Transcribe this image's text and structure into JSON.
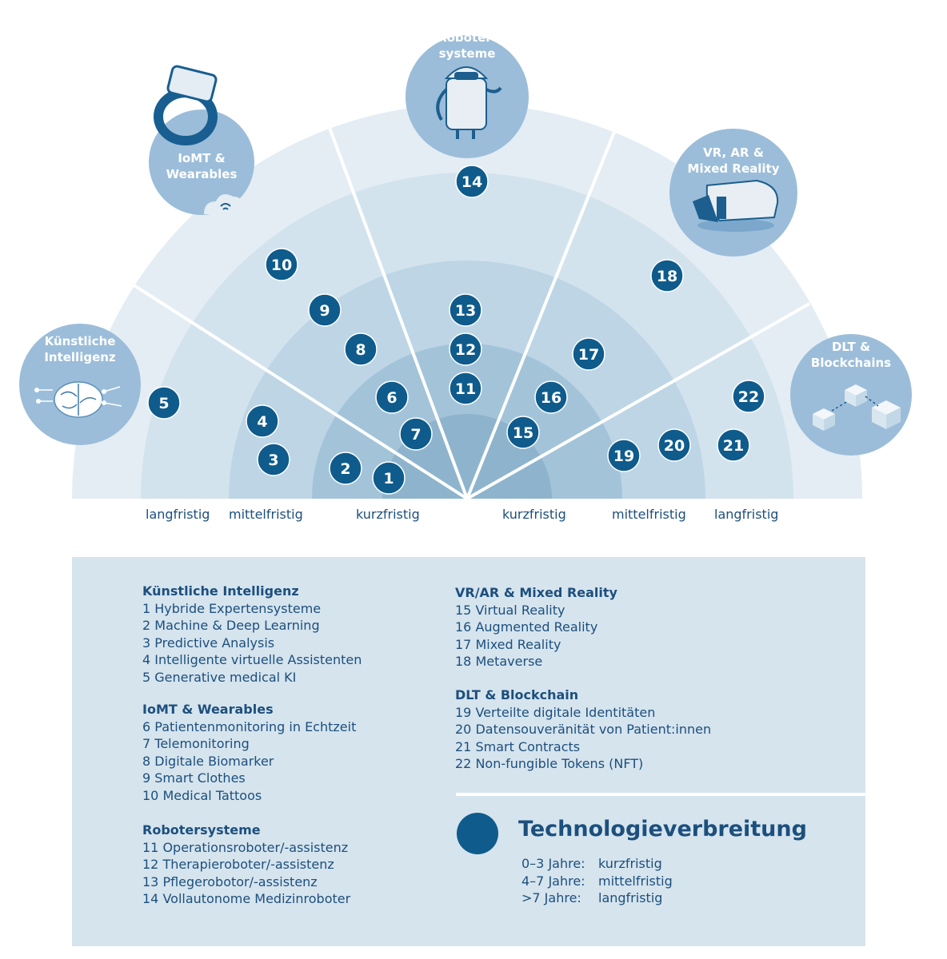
{
  "categories": [
    {
      "id": "ki",
      "circle_label": [
        "Künstliche",
        "Intelligenz"
      ],
      "icon": "brain-circuit-icon"
    },
    {
      "id": "iomt",
      "circle_label": [
        "IoMT &",
        "Wearables"
      ],
      "icon": "smartwatch-cloud-icon"
    },
    {
      "id": "robot",
      "circle_label": [
        "Roboter-",
        "systeme"
      ],
      "icon": "robot-icon"
    },
    {
      "id": "vr",
      "circle_label": [
        "VR, AR &",
        "Mixed Reality"
      ],
      "icon": "vr-headset-icon"
    },
    {
      "id": "dlt",
      "circle_label": [
        "DLT &",
        "Blockchains"
      ],
      "icon": "blocks-chain-icon"
    }
  ],
  "ring_labels": {
    "left": [
      "langfristig",
      "mittelfristig",
      "kurzfristig"
    ],
    "right": [
      "kurzfristig",
      "mittelfristig",
      "langfristig"
    ]
  },
  "markers": [
    {
      "num": "1",
      "category": "ki",
      "horizon": "kurzfristig"
    },
    {
      "num": "2",
      "category": "ki",
      "horizon": "kurzfristig"
    },
    {
      "num": "3",
      "category": "ki",
      "horizon": "mittelfristig"
    },
    {
      "num": "4",
      "category": "ki",
      "horizon": "mittelfristig"
    },
    {
      "num": "5",
      "category": "ki",
      "horizon": "langfristig"
    },
    {
      "num": "6",
      "category": "iomt",
      "horizon": "kurzfristig"
    },
    {
      "num": "7",
      "category": "iomt",
      "horizon": "kurzfristig"
    },
    {
      "num": "8",
      "category": "iomt",
      "horizon": "mittelfristig"
    },
    {
      "num": "9",
      "category": "iomt",
      "horizon": "mittelfristig"
    },
    {
      "num": "10",
      "category": "iomt",
      "horizon": "langfristig"
    },
    {
      "num": "11",
      "category": "robot",
      "horizon": "kurzfristig"
    },
    {
      "num": "12",
      "category": "robot",
      "horizon": "mittelfristig"
    },
    {
      "num": "13",
      "category": "robot",
      "horizon": "mittelfristig"
    },
    {
      "num": "14",
      "category": "robot",
      "horizon": "langfristig"
    },
    {
      "num": "15",
      "category": "vr",
      "horizon": "kurzfristig"
    },
    {
      "num": "16",
      "category": "vr",
      "horizon": "kurzfristig"
    },
    {
      "num": "17",
      "category": "vr",
      "horizon": "mittelfristig"
    },
    {
      "num": "18",
      "category": "vr",
      "horizon": "langfristig"
    },
    {
      "num": "19",
      "category": "dlt",
      "horizon": "mittelfristig"
    },
    {
      "num": "20",
      "category": "dlt",
      "horizon": "mittelfristig"
    },
    {
      "num": "21",
      "category": "dlt",
      "horizon": "langfristig"
    },
    {
      "num": "22",
      "category": "dlt",
      "horizon": "langfristig"
    }
  ],
  "legend": {
    "ki": {
      "title": "Künstliche Intelligenz",
      "items": [
        "1 Hybride Expertensysteme",
        "2 Machine & Deep Learning",
        "3 Predictive Analysis",
        "4 Intelligente virtuelle Assistenten",
        "5 Generative medical KI"
      ]
    },
    "iomt": {
      "title": "IoMT & Wearables",
      "items": [
        "6 Patientenmonitoring in Echtzeit",
        "7 Telemonitoring",
        "8 Digitale Biomarker",
        "9 Smart Clothes",
        "10 Medical Tattoos"
      ]
    },
    "robot": {
      "title": "Robotersysteme",
      "items": [
        "11 Operationsroboter/-assistenz",
        "12 Therapieroboter/-assistenz",
        "13 Pflegerobotor/-assistenz",
        "14 Vollautonome Medizinroboter"
      ]
    },
    "vr": {
      "title": "VR/AR & Mixed Reality",
      "items": [
        "15 Virtual Reality",
        "16 Augmented Reality",
        "17 Mixed Reality",
        "18 Metaverse"
      ]
    },
    "dlt": {
      "title": "DLT & Blockchain",
      "items": [
        "19 Verteilte digitale Identitäten",
        "20 Datensouveränität von Patient:innen",
        "21 Smart Contracts",
        "22 Non-fungible Tokens (NFT)"
      ]
    }
  },
  "diffusion": {
    "title": "Technologieverbreitung",
    "rows": [
      {
        "range": "0–3 Jahre:",
        "term": "kurzfristig"
      },
      {
        "range": "4–7 Jahre:",
        "term": "mittelfristig"
      },
      {
        "range": ">7 Jahre:",
        "term": "langfristig"
      }
    ]
  },
  "colors": {
    "ring_outer": "#e4edf4",
    "ring_long": "#d3e3ee",
    "ring_mid": "#bdd5e5",
    "ring_short": "#a3c3d9",
    "ring_core": "#8eb4cd",
    "marker": "#0f5b8c",
    "text": "#1c4f7d",
    "category_circle": "#9bbdd9"
  }
}
